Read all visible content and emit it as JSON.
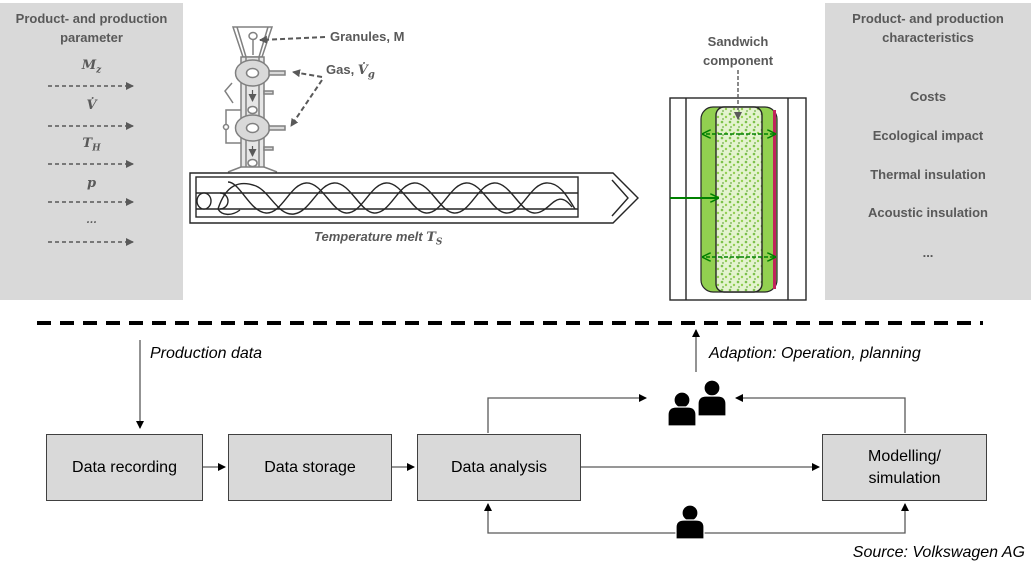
{
  "left_panel": {
    "title_line1": "Product- and production",
    "title_line2": "parameter",
    "parameters": [
      {
        "symbol": "M",
        "sub": "z"
      },
      {
        "symbol": "V̇",
        "sub": ""
      },
      {
        "symbol": "T",
        "sub": "H"
      },
      {
        "symbol": "p",
        "sub": ""
      },
      {
        "symbol": "...",
        "sub": ""
      }
    ]
  },
  "right_panel": {
    "title_line1": "Product- and production",
    "title_line2": "characteristics",
    "items": [
      "Costs",
      "Ecological impact",
      "Thermal insulation",
      "Acoustic insulation",
      "..."
    ]
  },
  "extruder": {
    "granules_label": "Granules, M",
    "gas_label": "Gas, ",
    "gas_symbol": "V̇",
    "gas_sub": "g",
    "temperature_label": "Temperature melt ",
    "temperature_symbol": "T",
    "temperature_sub": "S"
  },
  "sandwich": {
    "label_line1": "Sandwich",
    "label_line2": "component",
    "colors": {
      "outer": "#92d050",
      "core": "#c6e79a",
      "dots": "#70ad47",
      "skin": "#c0245c",
      "arrow": "#008000"
    }
  },
  "flow": {
    "production_data_label": "Production data",
    "adaption_label": "Adaption: Operation, planning",
    "boxes": {
      "recording": "Data recording",
      "storage": "Data storage",
      "analysis": "Data analysis",
      "modelling_line1": "Modelling/",
      "modelling_line2": "simulation"
    }
  },
  "source": "Source: Volkswagen AG"
}
